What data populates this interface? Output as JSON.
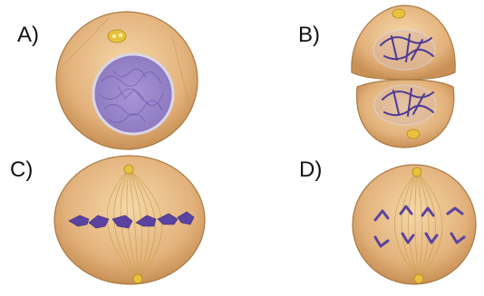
{
  "figure": {
    "panels": [
      {
        "id": "A",
        "label": "A)"
      },
      {
        "id": "B",
        "label": "B)"
      },
      {
        "id": "C",
        "label": "C)"
      },
      {
        "id": "D",
        "label": "D)"
      }
    ]
  },
  "colors": {
    "cell_fill": "#e3b27c",
    "cell_light": "#f2cf9c",
    "cell_border": "#a87a45",
    "nucleus_fill": "#9a86c8",
    "nucleus_border": "#d9d6e6",
    "chromosome": "#5a43a0",
    "chromatin": "#4e3a95",
    "centrosome": "#e9c13c",
    "spindle": "#c9a04e",
    "label_text": "#111111"
  },
  "icons": {
    "centrosome": "centrosome-icon"
  }
}
